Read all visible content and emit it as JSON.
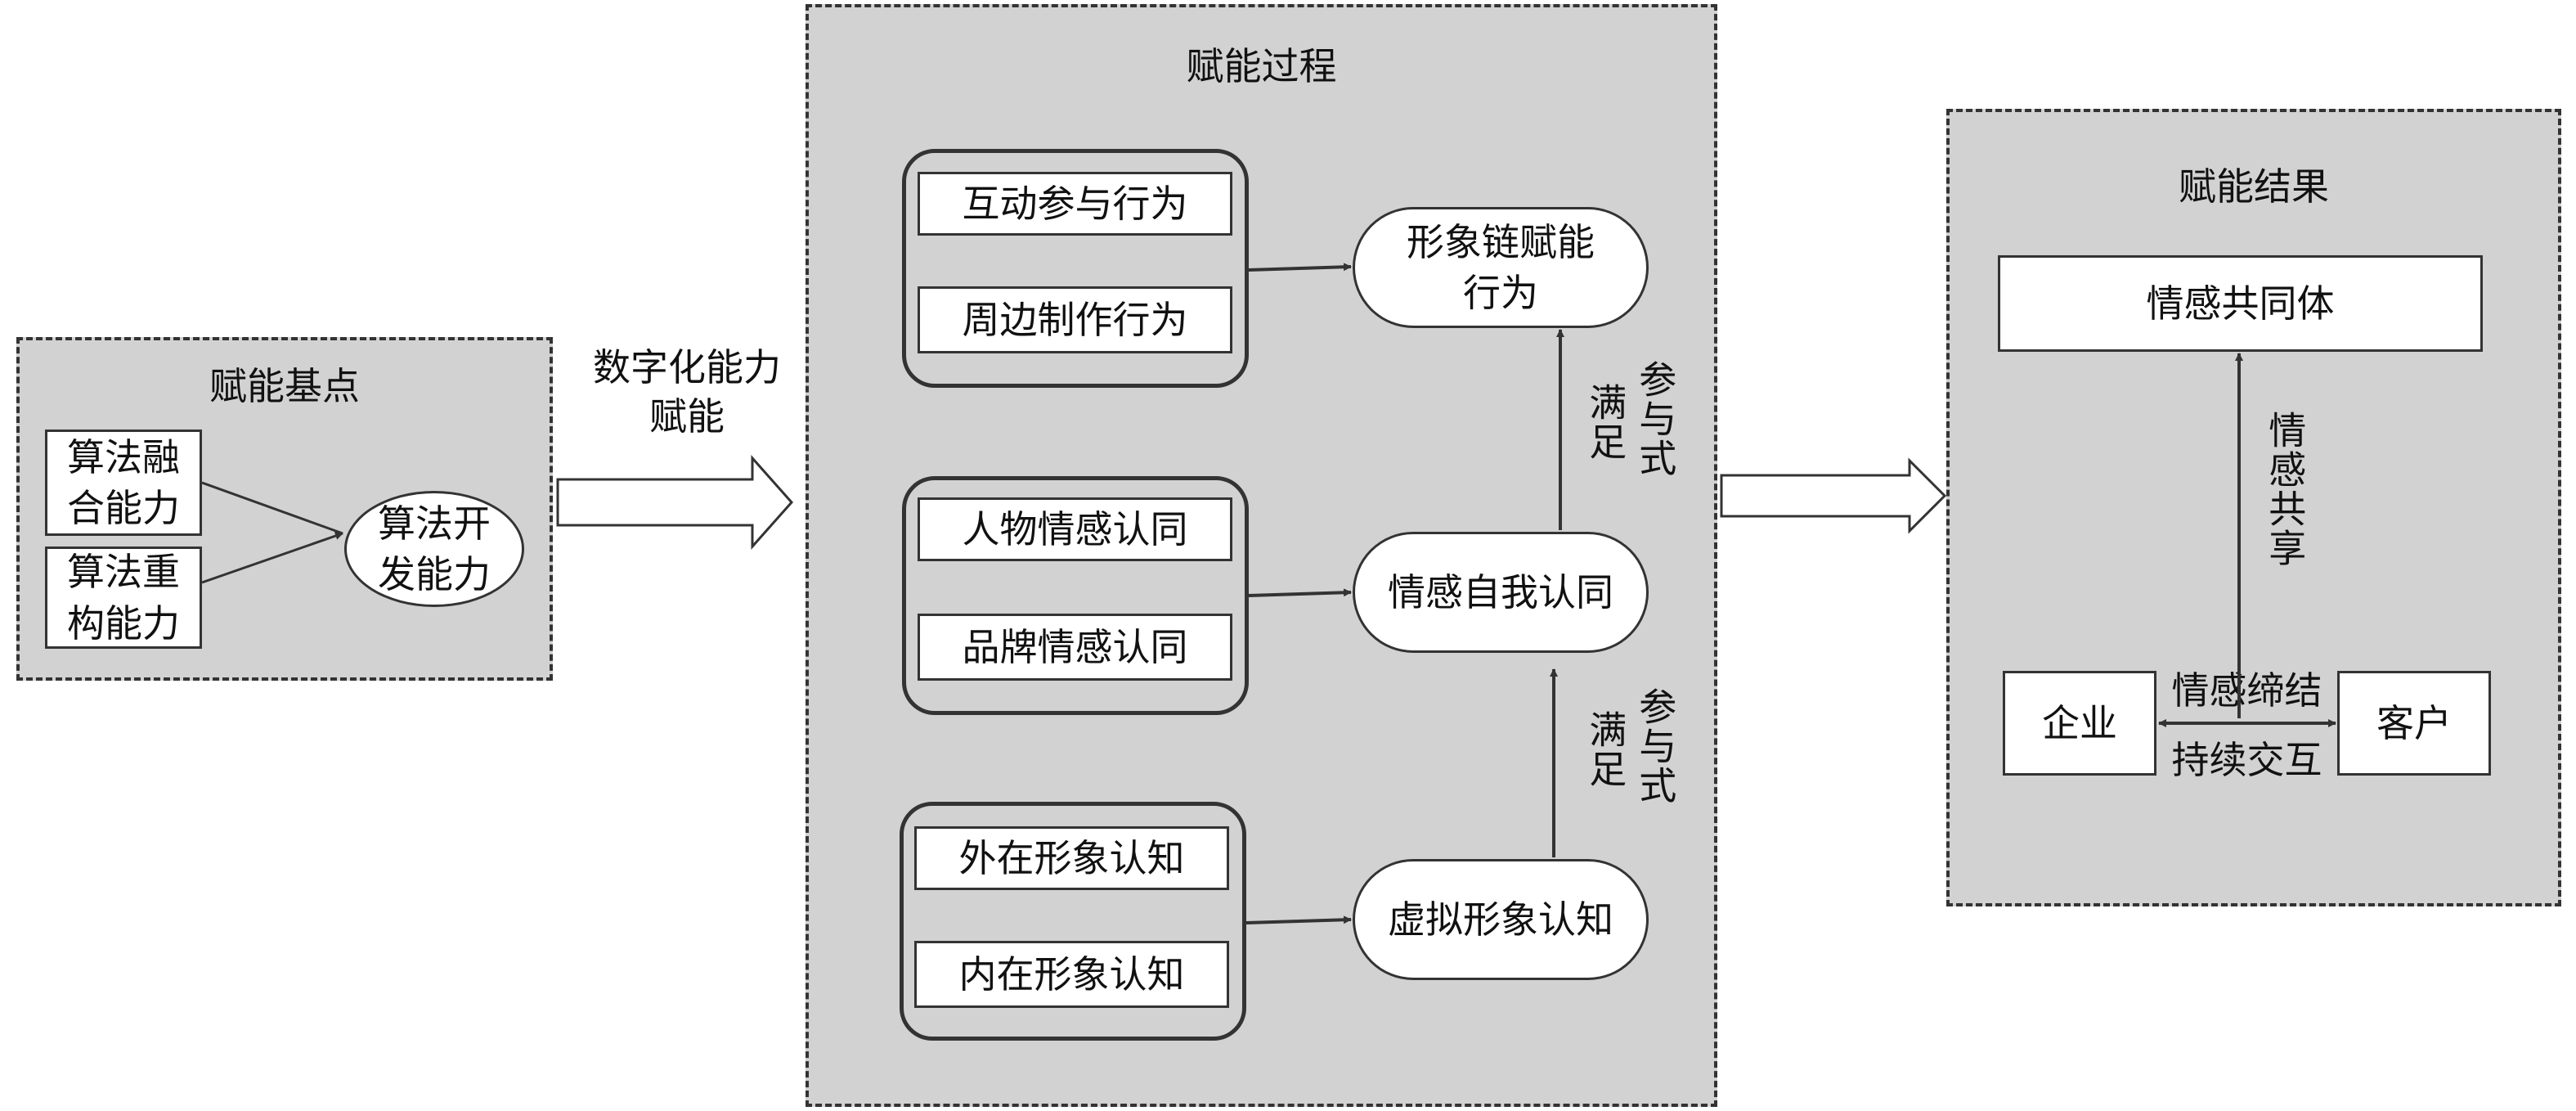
{
  "base_panel": {
    "title": "赋能基点",
    "fusion_box": "算法融\n合能力",
    "reconstruct_box": "算法重\n构能力",
    "develop_ellipse": "算法开\n发能力"
  },
  "arrow_left_label": "数字化能力\n赋能",
  "process_panel": {
    "title": "赋能过程",
    "group1": [
      "互动参与行为",
      "周边制作行为"
    ],
    "group2": [
      "人物情感认同",
      "品牌情感认同"
    ],
    "group3": [
      "外在形象认知",
      "内在形象认知"
    ],
    "node_top": "形象链赋能\n行为",
    "node_middle": "情感自我认同",
    "node_bottom": "虚拟形象认知",
    "edge_upper_label_a": "满足",
    "edge_upper_label_b": "参与式",
    "edge_lower_label_a": "满足",
    "edge_lower_label_b": "参与式"
  },
  "result_panel": {
    "title": "赋能结果",
    "community_box": "情感共同体",
    "share_label": "情感共享",
    "enterprise_box": "企业",
    "customer_box": "客户",
    "bond_label": "情感缔结",
    "interact_label": "持续交互"
  }
}
